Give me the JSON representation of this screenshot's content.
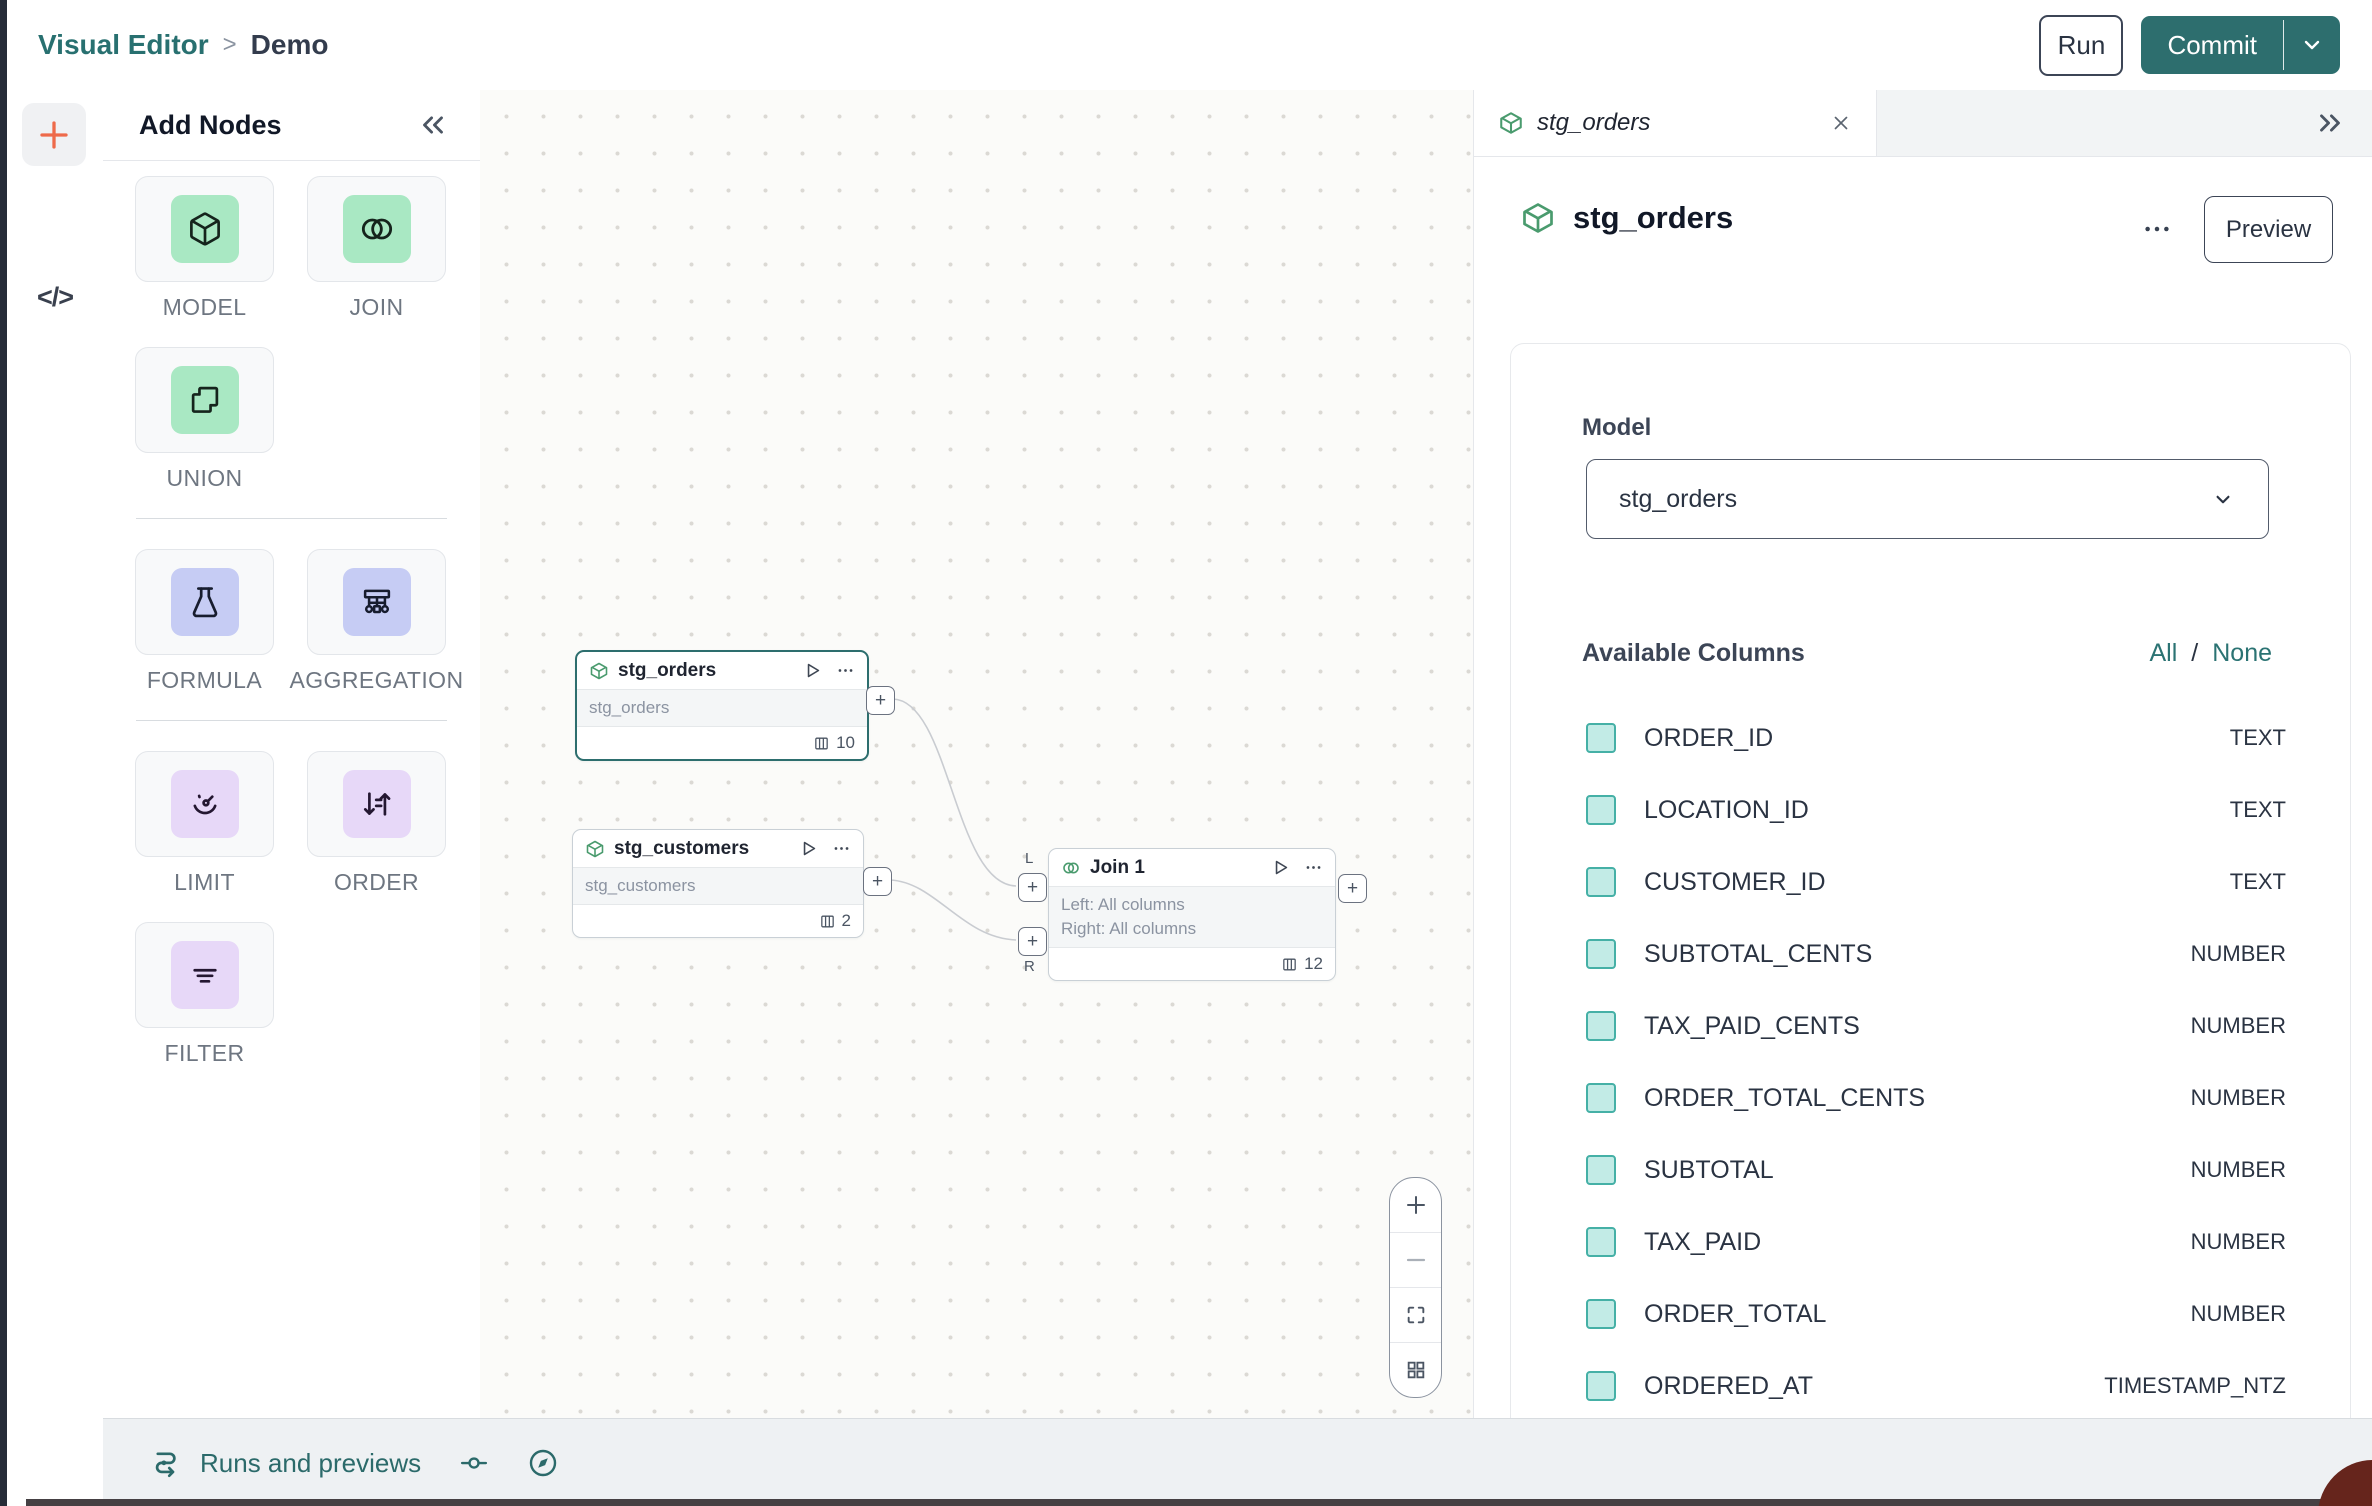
{
  "colors": {
    "accent_teal": "#2d6e6e",
    "link_teal": "#2b7373",
    "chip_green": "#a9e8c3",
    "chip_lavender": "#c6ccf4",
    "chip_purple": "#e7d8f8",
    "checkbox_fill": "#c2ebe6",
    "checkbox_border": "#45b0a6",
    "selected_node_border": "#2d6e6e",
    "rail_plus_orange": "#ee6a4a"
  },
  "topbar": {
    "breadcrumb_root": "Visual Editor",
    "breadcrumb_sep": ">",
    "breadcrumb_current": "Demo",
    "run_label": "Run",
    "commit_label": "Commit"
  },
  "left_rail": {
    "add_icon": "plus-icon",
    "code_icon": "</>"
  },
  "add_nodes": {
    "title": "Add Nodes",
    "collapse_icon": "chevrons-left-icon",
    "items": [
      {
        "label": "MODEL",
        "icon": "cube-icon"
      },
      {
        "label": "JOIN",
        "icon": "join-circles-icon"
      },
      {
        "label": "UNION",
        "icon": "union-shape-icon"
      },
      {
        "label": "FORMULA",
        "icon": "flask-icon"
      },
      {
        "label": "AGGREGATION",
        "icon": "aggregation-tree-icon"
      },
      {
        "label": "LIMIT",
        "icon": "gauge-icon"
      },
      {
        "label": "ORDER",
        "icon": "sort-arrows-icon"
      },
      {
        "label": "FILTER",
        "icon": "filter-lines-icon"
      }
    ]
  },
  "canvas": {
    "nodes": [
      {
        "title": "stg_orders",
        "subtitle": "stg_orders",
        "column_count": "10"
      },
      {
        "title": "stg_customers",
        "subtitle": "stg_customers",
        "column_count": "2"
      },
      {
        "title": "Join 1",
        "left_line": "Left: All columns",
        "right_line": "Right: All columns",
        "column_count": "12",
        "left_port_label": "L",
        "right_port_label": "R"
      }
    ],
    "port_plus": "+",
    "zoom_controls": [
      "zoom-in-icon",
      "zoom-out-icon",
      "fit-view-icon",
      "grid-view-icon"
    ]
  },
  "right_panel": {
    "tab": {
      "title": "stg_orders"
    },
    "header": {
      "title": "stg_orders",
      "preview_label": "Preview"
    },
    "model_section": {
      "label": "Model",
      "value": "stg_orders"
    },
    "columns_section": {
      "title": "Available Columns",
      "all_label": "All",
      "sep_label": "/",
      "none_label": "None"
    },
    "columns": [
      {
        "name": "ORDER_ID",
        "type": "TEXT"
      },
      {
        "name": "LOCATION_ID",
        "type": "TEXT"
      },
      {
        "name": "CUSTOMER_ID",
        "type": "TEXT"
      },
      {
        "name": "SUBTOTAL_CENTS",
        "type": "NUMBER"
      },
      {
        "name": "TAX_PAID_CENTS",
        "type": "NUMBER"
      },
      {
        "name": "ORDER_TOTAL_CENTS",
        "type": "NUMBER"
      },
      {
        "name": "SUBTOTAL",
        "type": "NUMBER"
      },
      {
        "name": "TAX_PAID",
        "type": "NUMBER"
      },
      {
        "name": "ORDER_TOTAL",
        "type": "NUMBER"
      },
      {
        "name": "ORDERED_AT",
        "type": "TIMESTAMP_NTZ"
      }
    ]
  },
  "bottom_bar": {
    "runs_label": "Runs and previews"
  }
}
